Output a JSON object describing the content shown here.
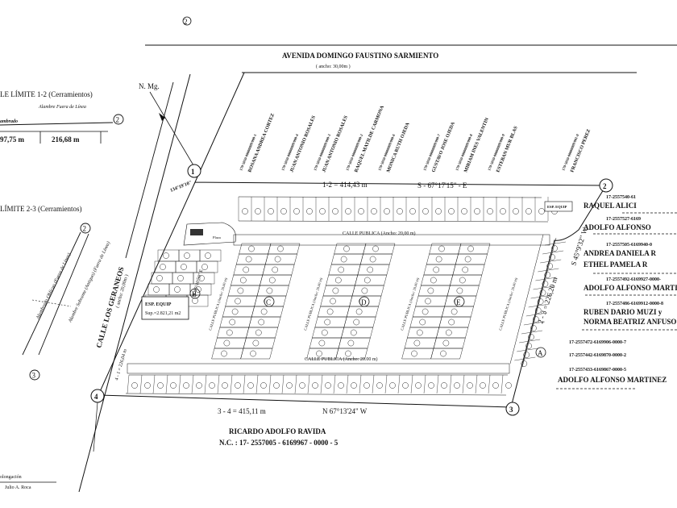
{
  "top_mark": "2",
  "avenue": {
    "name": "AVENIDA DOMINGO FAUSTINO SARMIENTO",
    "width": "( ancho: 30,00m )"
  },
  "north": "N. Mg.",
  "left_panel": {
    "limit12": "LE LÍMITE 1-2 (Cerramientos)",
    "wire_label": "Alambre Fuera de Línea",
    "fence_label": "ambrado",
    "d1": "97,75 m",
    "d2": "216,68 m",
    "limit23": "LÍMITE 2-3 (Cerramientos)",
    "wire_oblique_a": "Alambrado Oblicuo (Fuera de Línea)",
    "wire_oblique_b": "Alambre Sobrante (Antiguo) (Fuera de Línea)",
    "prolongacion": "olongación",
    "roca": "Julio A. Roca"
  },
  "vertices": [
    "1",
    "2",
    "3",
    "4"
  ],
  "angle1": "134°19'10\"",
  "side12": "1-2 = 414,43 m",
  "bearing12": "S - 67°17'15\" - E",
  "side23": "2 - 3 = 226,20 m",
  "bearing23": "S 45°9'32\" W",
  "side34": "3 - 4 = 415,11 m",
  "bearing34": "N 67°13'24\" W",
  "side41": "4 - 1 = 226,04 m",
  "bearing41": "N 45°40'50\" E",
  "calle_geraneos": "CALLE LOS GERANEOS",
  "calle_geraneos_width": "( ancho: 20,00m )",
  "calle_publica_top": "CALLE PUBLICA (Ancho: 20,00 m)",
  "calle_publica_bottom": "CALLE PUBLICA (Ancho: 20.00 m)",
  "calle_publica_v": "CALLE PUBLICA (Ancho: 20,00 m)",
  "block_letters": [
    "A",
    "B",
    "C",
    "D",
    "E"
  ],
  "equip_b": {
    "title": "ESP. EQUIP",
    "area": "Sup.=2.821,21 m2"
  },
  "equip_top": "ESP. EQUIP",
  "plaza": "Plaza",
  "owners_top": [
    {
      "nc": "170-5010-00000009/000-1",
      "name": "ROSANA ANDREA CORTEZ"
    },
    {
      "nc": "170-5010-00000009/000-4",
      "name": "JUAN ANTONIO ROSALES"
    },
    {
      "nc": "170-5010-00000009/000-3",
      "name": "JUAN ANTONIO ROSALES"
    },
    {
      "nc": "170-5010-00000009/000-2",
      "name": "RAQUEL MATILDE CARMONA"
    },
    {
      "nc": "170-5010-00000009/000-6",
      "name": "MONICA RUTH OJEDA"
    },
    {
      "nc": "170-5010-00000009/000-7",
      "name": "GUSTAVO JOSE OJEDA"
    },
    {
      "nc": "170-5010-00000009/000-8",
      "name": "MIRIAM INES VALENTIN"
    },
    {
      "nc": "170-5010-00000009/000-9",
      "name": "ESTEBAN MUR BLAS"
    },
    {
      "nc": "170-5010-00000009/001-0",
      "name": "FRANCISCO PEREZ"
    }
  ],
  "owners_right": [
    {
      "nc": "17-2557540-61",
      "name": "RAQUEL ALICI"
    },
    {
      "nc": "17-2557527-6169",
      "name": "ADOLFO ALFONSO"
    },
    {
      "nc": "17-2557505-6169940-0",
      "name": "ANDREA DANIELA R"
    },
    {
      "nc": "",
      "name": "ETHEL PAMELA R"
    },
    {
      "nc": "17-2557492-6169927-0000-",
      "name": "ADOLFO ALFONSO MARTI"
    },
    {
      "nc": "17-2557486-6169912-0000-8",
      "name": "RUBEN DARIO MUZI y"
    },
    {
      "nc": "",
      "name": "NORMA BEATRIZ ANFUSO"
    },
    {
      "nc": "17-2557472-6169906-0000-7",
      "name": ""
    },
    {
      "nc": "17-2557442-6169870-0000-2",
      "name": ""
    },
    {
      "nc": "17-2557433-6169867-0000-5",
      "name": "ADOLFO ALFONSO MARTINEZ"
    }
  ],
  "bottom_owner": {
    "name": "RICARDO ADOLFO RAVIDA",
    "nc": "N.C. : 17- 2557005 - 6169967 - 0000 - 5"
  }
}
